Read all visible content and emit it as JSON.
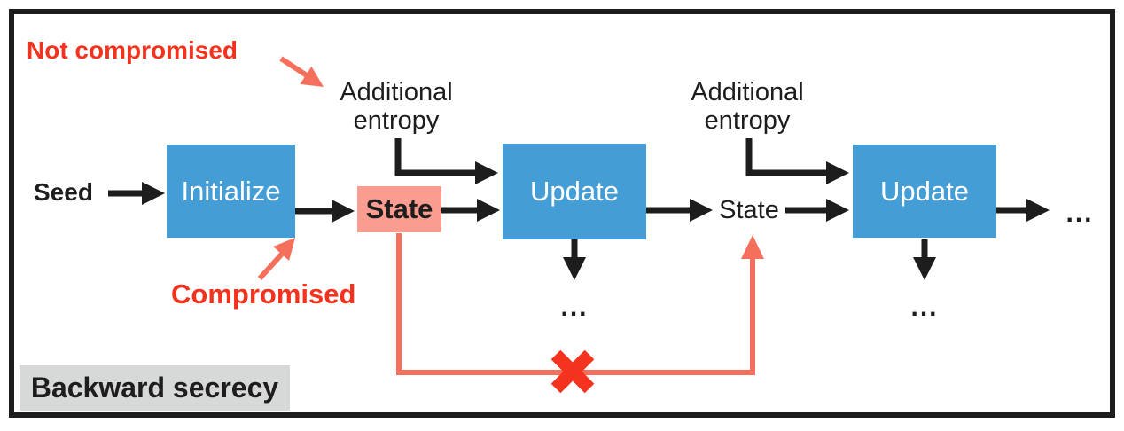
{
  "diagram": {
    "caption": "Backward secrecy",
    "annotations": {
      "not_compromised": "Not compromised",
      "compromised": "Compromised"
    },
    "seed_label": "Seed",
    "entropy": {
      "line1": "Additional",
      "line2": "entropy"
    },
    "nodes": {
      "initialize": "Initialize",
      "state_compromised": "State",
      "update_first": "Update",
      "state_second": "State",
      "update_second": "Update"
    },
    "ellipsis": "...",
    "colors": {
      "process_blue": "#449dd5",
      "compromised_pink": "#fa9c90",
      "soft_red": "#f5705c",
      "alert_red": "#f4331f",
      "ink_black": "#1d1d1d",
      "caption_gray": "#d7d9d8"
    }
  }
}
